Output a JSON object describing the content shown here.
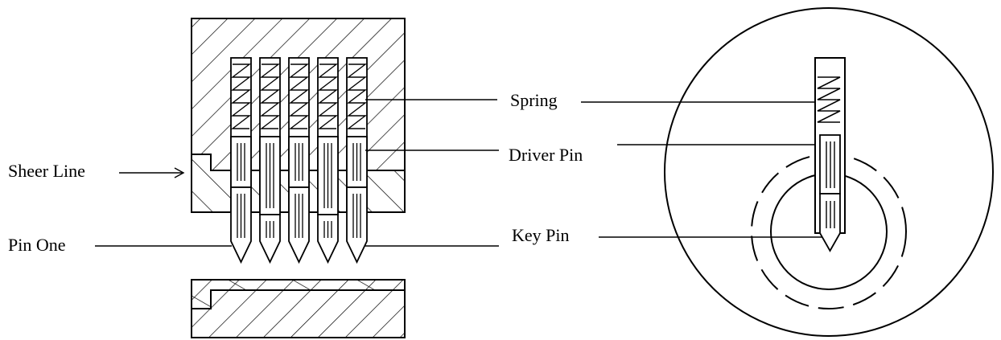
{
  "labels": {
    "sheer_line": "Sheer Line",
    "pin_one": "Pin One",
    "spring": "Spring",
    "driver_pin": "Driver Pin",
    "key_pin": "Key Pin"
  },
  "colors": {
    "stroke": "#000000",
    "background": "#ffffff"
  }
}
